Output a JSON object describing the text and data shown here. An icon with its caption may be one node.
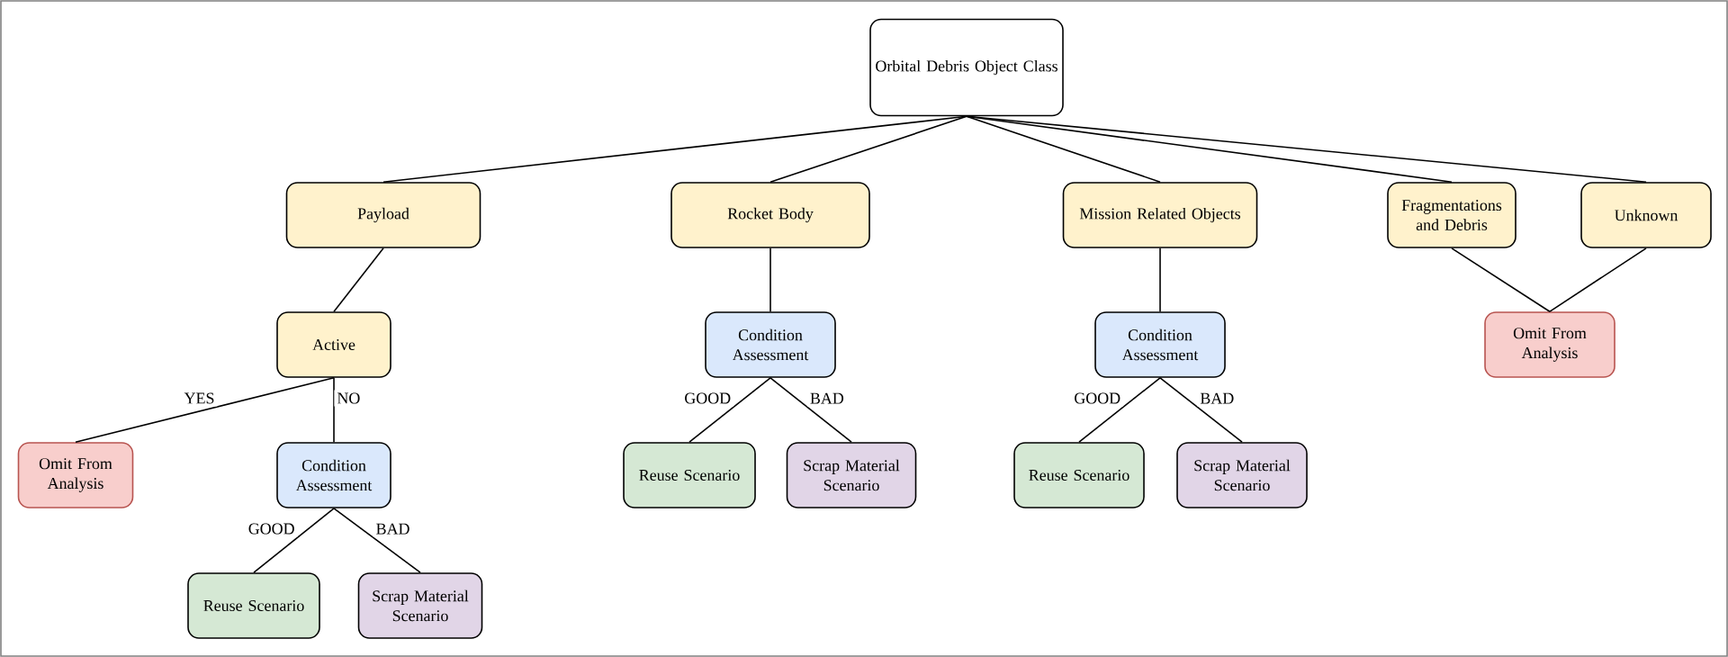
{
  "diagram": {
    "nodes": [
      {
        "text": [
          "Orbital Debris Object Class"
        ]
      },
      {
        "text": [
          "Payload"
        ]
      },
      {
        "text": [
          "Rocket Body"
        ]
      },
      {
        "text": [
          "Mission Related Objects"
        ]
      },
      {
        "text": [
          "Fragmentations and Debris"
        ]
      },
      {
        "text": [
          "Unknown"
        ]
      },
      {
        "text": [
          "Active"
        ]
      },
      {
        "text": [
          "Condition Assessment"
        ]
      },
      {
        "text": [
          "Condition Assessment"
        ]
      },
      {
        "text": [
          "Omit From Analysis"
        ]
      },
      {
        "text": [
          "Omit From Analysis"
        ]
      },
      {
        "text": [
          "Condition Assessment"
        ]
      },
      {
        "text": [
          "Reuse Scenario"
        ]
      },
      {
        "text": [
          "Scrap Material Scenario"
        ]
      },
      {
        "text": [
          "Reuse Scenario"
        ]
      },
      {
        "text": [
          "Scrap Material Scenario"
        ]
      },
      {
        "text": [
          "Reuse Scenario"
        ]
      },
      {
        "text": [
          "Scrap Material Scenario"
        ]
      }
    ],
    "edges": [
      {
        "from": 0,
        "to": 1,
        "arrow": "none"
      },
      {
        "from": 0,
        "to": 2,
        "arrow": "none"
      },
      {
        "from": 0,
        "to": 3,
        "arrow": "none"
      },
      {
        "from": 0,
        "to": 4,
        "arrow": "none"
      },
      {
        "from": 0,
        "to": 5,
        "arrow": "none"
      },
      {
        "from": 1,
        "to": 6,
        "arrow": "none"
      },
      {
        "from": 2,
        "to": 7,
        "arrow": "none"
      },
      {
        "from": 3,
        "to": 8,
        "arrow": "none"
      },
      {
        "from": 4,
        "to": 9,
        "arrow": "none"
      },
      {
        "from": 5,
        "to": 9,
        "arrow": "none"
      },
      {
        "from": 6,
        "to": 10,
        "label": "YES",
        "arrow": "none"
      },
      {
        "from": 6,
        "to": 11,
        "label": "NO",
        "arrow": "none"
      },
      {
        "from": 7,
        "to": 12,
        "label": "GOOD",
        "arrow": "none"
      },
      {
        "from": 7,
        "to": 13,
        "label": "BAD",
        "arrow": "none"
      },
      {
        "from": 8,
        "to": 14,
        "label": "GOOD",
        "arrow": "none"
      },
      {
        "from": 8,
        "to": 15,
        "label": "BAD",
        "arrow": "none"
      },
      {
        "from": 11,
        "to": 16,
        "label": "GOOD",
        "arrow": "none"
      },
      {
        "from": 11,
        "to": 17,
        "label": "BAD",
        "arrow": "none"
      }
    ]
  }
}
